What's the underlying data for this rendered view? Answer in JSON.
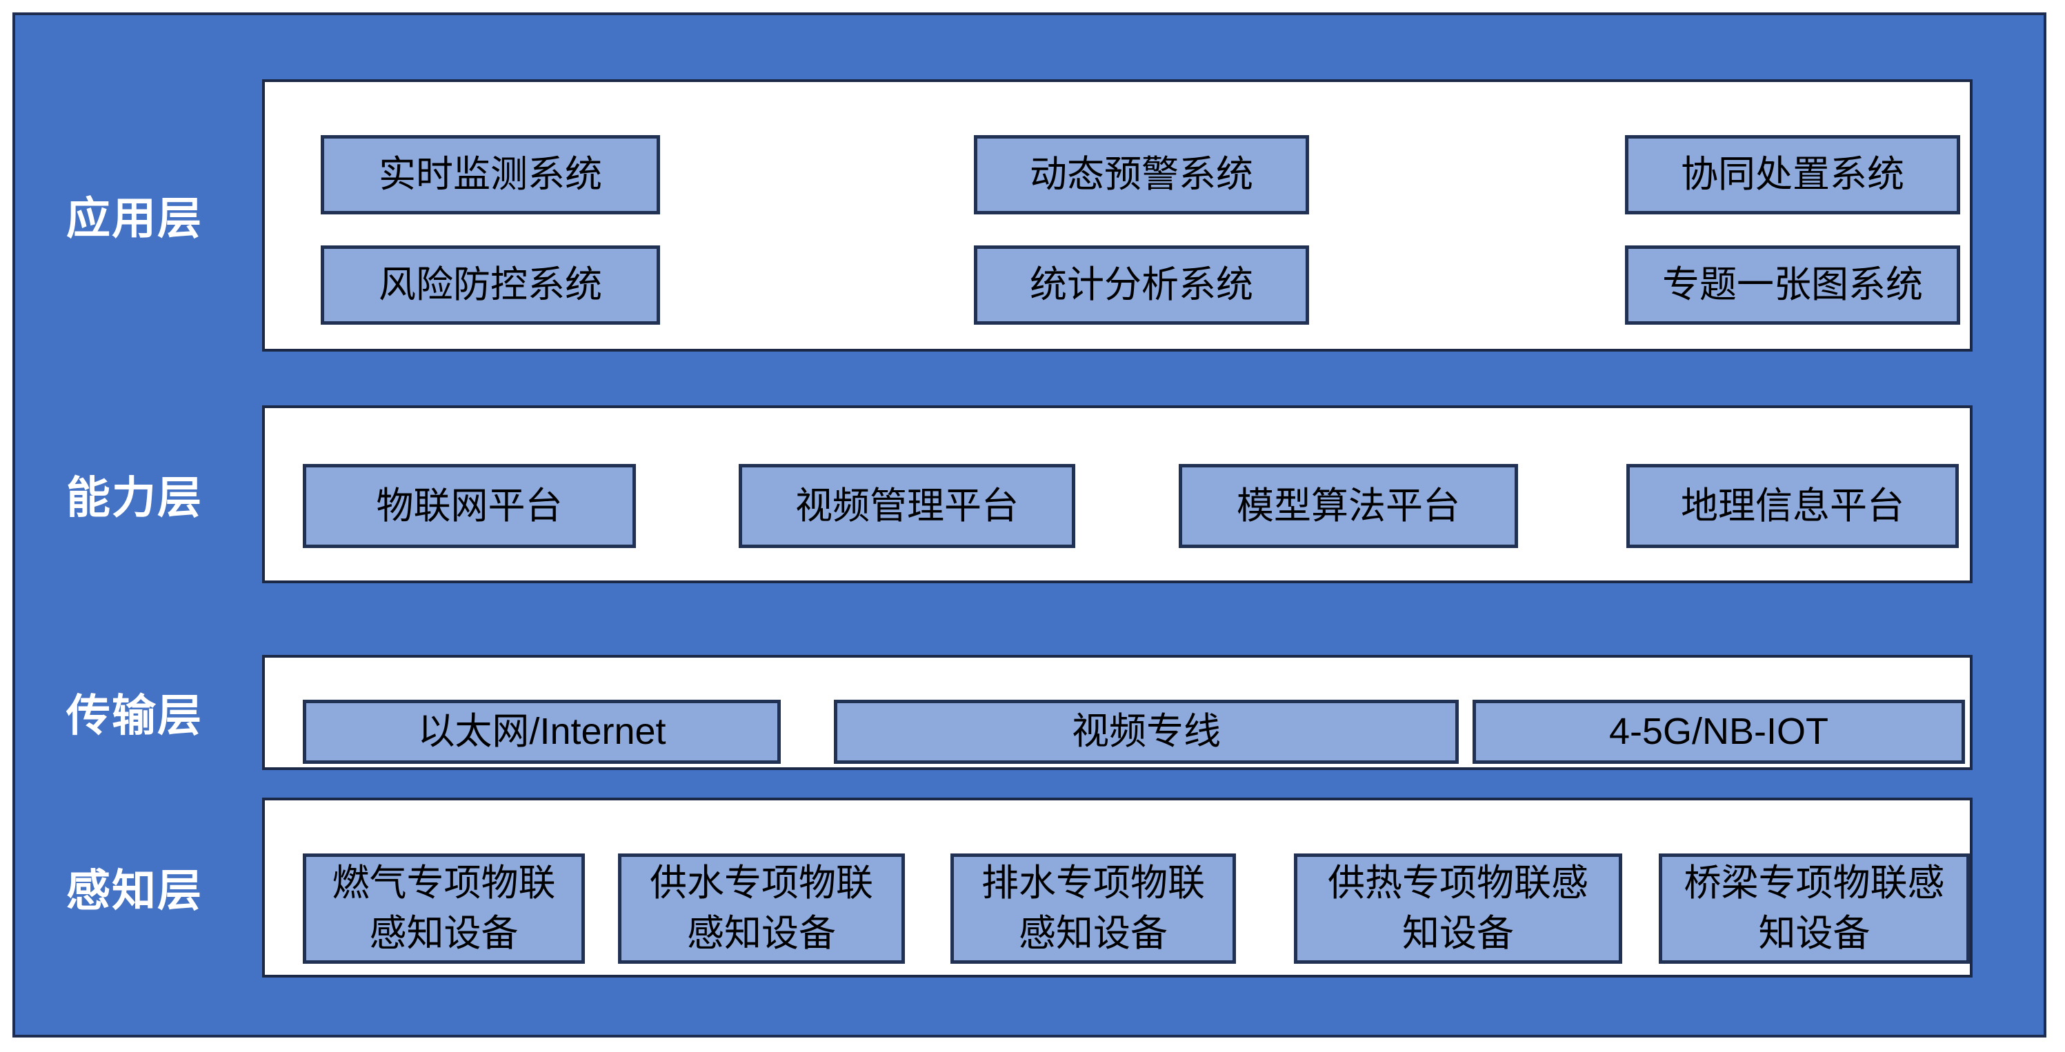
{
  "colors": {
    "background_blue": "#4472C4",
    "panel_white": "#FFFFFF",
    "box_fill": "#8EA9DB",
    "border_dark": "#1E2D4F",
    "box_border": "#203154",
    "layer_label_text": "#FFFFFF",
    "box_text": "#000000"
  },
  "layers": [
    {
      "label": "应用层",
      "boxes": [
        "实时监测系统",
        "动态预警系统",
        "协同处置系统",
        "风险防控系统",
        "统计分析系统",
        "专题一张图系统"
      ]
    },
    {
      "label": "能力层",
      "boxes": [
        "物联网平台",
        "视频管理平台",
        "模型算法平台",
        "地理信息平台"
      ]
    },
    {
      "label": "传输层",
      "boxes": [
        "以太网/Internet",
        "视频专线",
        "4-5G/NB-IOT"
      ]
    },
    {
      "label": "感知层",
      "boxes": [
        "燃气专项物联\n感知设备",
        "供水专项物联\n感知设备",
        "排水专项物联\n感知设备",
        "供热专项物联感\n知设备",
        "桥梁专项物联感\n知设备"
      ]
    }
  ]
}
